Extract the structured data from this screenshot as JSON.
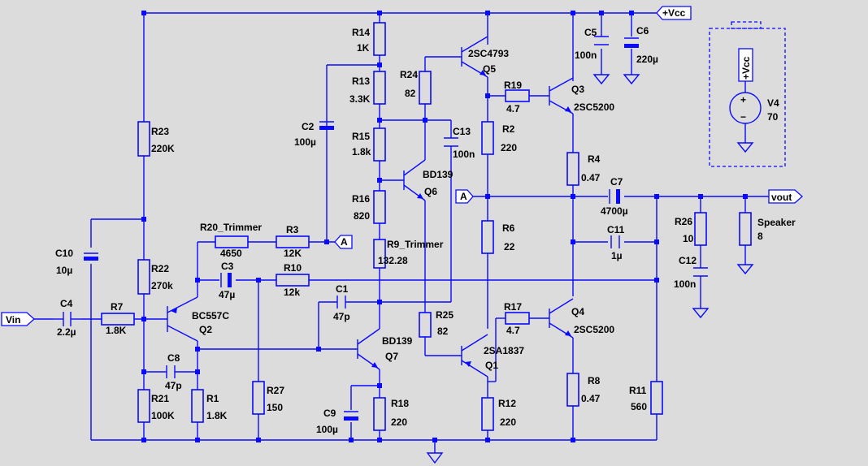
{
  "nets": {
    "vcc": "+Vcc",
    "vin": "Vin",
    "vout": "vout",
    "a": "A"
  },
  "resistors": {
    "r14": {
      "name": "R14",
      "value": "1K"
    },
    "r13": {
      "name": "R13",
      "value": "3.3K"
    },
    "r15": {
      "name": "R15",
      "value": "1.8k"
    },
    "r16": {
      "name": "R16",
      "value": "820"
    },
    "r9": {
      "name": "R9_Trimmer",
      "value": "132.28"
    },
    "r23": {
      "name": "R23",
      "value": "220K"
    },
    "r22": {
      "name": "R22",
      "value": "270k"
    },
    "r21": {
      "name": "R21",
      "value": "100K"
    },
    "r1": {
      "name": "R1",
      "value": "1.8K"
    },
    "r7": {
      "name": "R7",
      "value": "1.8K"
    },
    "r20": {
      "name": "R20_Trimmer",
      "value": "4650"
    },
    "r3": {
      "name": "R3",
      "value": "12K"
    },
    "r10": {
      "name": "R10",
      "value": "12k"
    },
    "r27": {
      "name": "R27",
      "value": "150"
    },
    "r18": {
      "name": "R18",
      "value": "220"
    },
    "r24": {
      "name": "R24",
      "value": "82"
    },
    "r25": {
      "name": "R25",
      "value": "82"
    },
    "r19": {
      "name": "R19",
      "value": "4.7"
    },
    "r17": {
      "name": "R17",
      "value": "4.7"
    },
    "r2": {
      "name": "R2",
      "value": "220"
    },
    "r6": {
      "name": "R6",
      "value": "22"
    },
    "r12": {
      "name": "R12",
      "value": "220"
    },
    "r4": {
      "name": "R4",
      "value": "0.47"
    },
    "r8": {
      "name": "R8",
      "value": "0.47"
    },
    "r11": {
      "name": "R11",
      "value": "560"
    },
    "r26": {
      "name": "R26",
      "value": "10"
    },
    "spk": {
      "name": "Speaker",
      "value": "8"
    }
  },
  "capacitors": {
    "c2": {
      "name": "C2",
      "value": "100µ"
    },
    "c13": {
      "name": "C13",
      "value": "100n"
    },
    "c10": {
      "name": "C10",
      "value": "10µ"
    },
    "c4": {
      "name": "C4",
      "value": "2.2µ"
    },
    "c3": {
      "name": "C3",
      "value": "47µ"
    },
    "c1": {
      "name": "C1",
      "value": "47p"
    },
    "c8": {
      "name": "C8",
      "value": "47p"
    },
    "c9": {
      "name": "C9",
      "value": "100µ"
    },
    "c5": {
      "name": "C5",
      "value": "100n"
    },
    "c6": {
      "name": "C6",
      "value": "220µ"
    },
    "c7": {
      "name": "C7",
      "value": "4700µ"
    },
    "c11": {
      "name": "C11",
      "value": "1µ"
    },
    "c12": {
      "name": "C12",
      "value": "100n"
    }
  },
  "transistors": {
    "q5": {
      "name": "Q5",
      "part": "2SC4793"
    },
    "q3": {
      "name": "Q3",
      "part": "2SC5200"
    },
    "q6": {
      "name": "Q6",
      "part": "BD139"
    },
    "q2": {
      "name": "Q2",
      "part": "BC557C"
    },
    "q7": {
      "name": "Q7",
      "part": "BD139"
    },
    "q1": {
      "name": "Q1",
      "part": "2SA1837"
    },
    "q4": {
      "name": "Q4",
      "part": "2SC5200"
    }
  },
  "source": {
    "name": "V4",
    "value": "70",
    "symbol_plus": "+",
    "symbol_minus": "−"
  }
}
